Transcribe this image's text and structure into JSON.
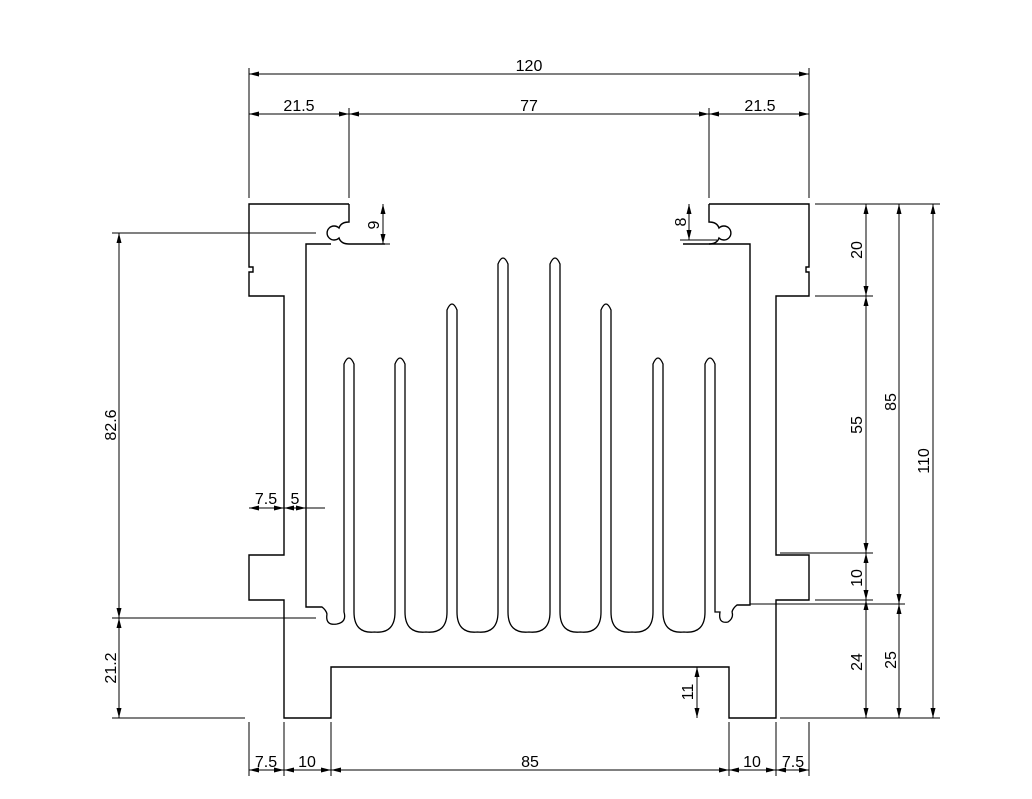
{
  "dimensions": {
    "overall_width": "120",
    "left_offset": "21.5",
    "slot_span": "77",
    "right_offset": "21.5",
    "left_hook_height": "9",
    "right_hook_height": "8",
    "top_step": "20",
    "mid_span": "55",
    "lower_step": "10",
    "fin_root_height": "85",
    "overall_height": "110",
    "base_to_fin": "24",
    "base_to_root": "25",
    "left_upper_height": "82.6",
    "left_lower_height": "21.2",
    "wall_outer": "7.5",
    "wall_inner": "5",
    "base_notch": "11",
    "bottom_left_wall": "7.5",
    "bottom_left_step": "10",
    "bottom_center": "85",
    "bottom_right_step": "10",
    "bottom_right_wall": "7.5"
  }
}
